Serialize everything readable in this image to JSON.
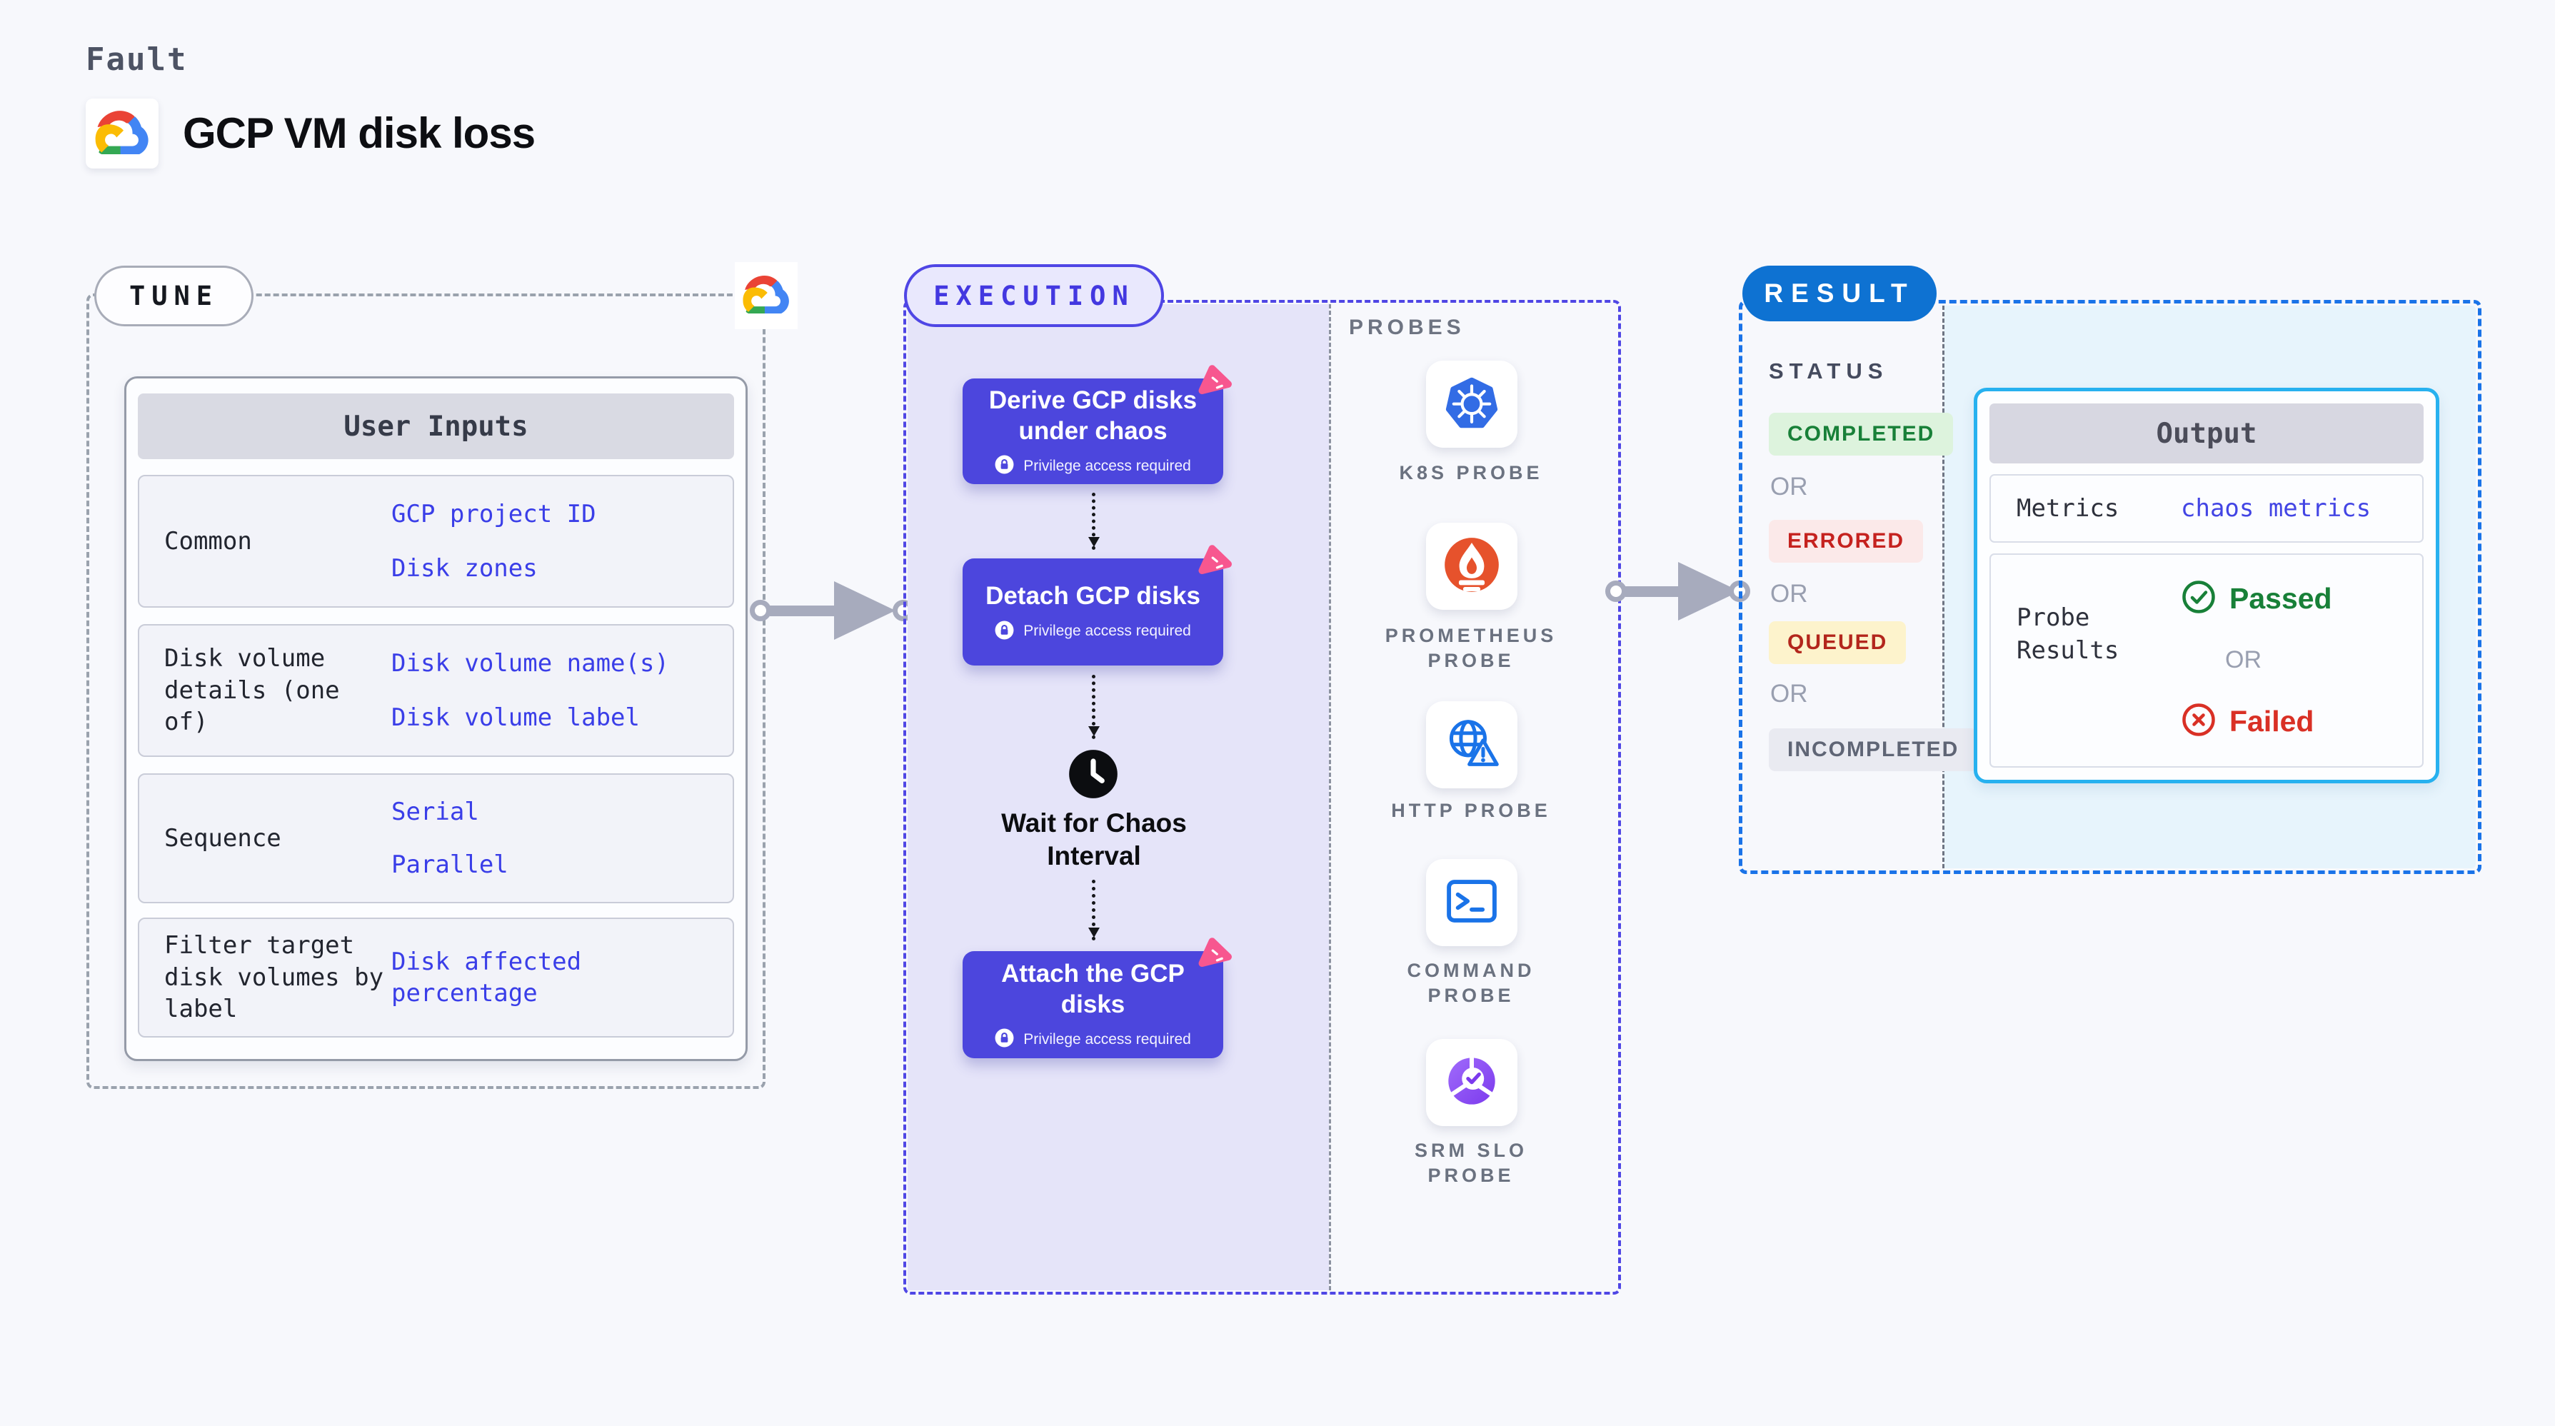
{
  "header": {
    "kicker": "Fault",
    "title": "GCP VM disk loss",
    "logo": "gcp-cloud-logo"
  },
  "tune": {
    "badge": "TUNE",
    "table": {
      "title": "User Inputs",
      "rows": [
        {
          "label": "Common",
          "values": [
            "GCP project ID",
            "Disk zones"
          ]
        },
        {
          "label": "Disk volume details (one of)",
          "values": [
            "Disk volume name(s)",
            "Disk volume label"
          ]
        },
        {
          "label": "Sequence",
          "values": [
            "Serial",
            "Parallel"
          ]
        },
        {
          "label": "Filter target disk volumes by label",
          "values": [
            "Disk affected percentage"
          ]
        }
      ]
    }
  },
  "execution": {
    "badge": "EXECUTION",
    "steps": [
      {
        "title": "Derive GCP disks under chaos",
        "note": "Privilege access required",
        "icon": "chaos-badge"
      },
      {
        "title": "Detach GCP disks",
        "note": "Privilege access required",
        "icon": "chaos-badge"
      },
      {
        "title": "Wait for Chaos Interval",
        "icon": "clock"
      },
      {
        "title": "Attach the GCP disks",
        "note": "Privilege access required",
        "icon": "chaos-badge"
      }
    ]
  },
  "probes": {
    "title": "PROBES",
    "items": [
      {
        "label": "K8S PROBE",
        "icon": "kubernetes"
      },
      {
        "label": "PROMETHEUS PROBE",
        "icon": "prometheus"
      },
      {
        "label": "HTTP PROBE",
        "icon": "globe-warning"
      },
      {
        "label": "COMMAND PROBE",
        "icon": "terminal"
      },
      {
        "label": "SRM SLO PROBE",
        "icon": "slo-donut-check"
      }
    ]
  },
  "result": {
    "badge": "RESULT",
    "status_title": "STATUS",
    "or_label": "OR",
    "statuses": [
      {
        "label": "COMPLETED",
        "bg": "#ddf3dd",
        "fg": "#188038"
      },
      {
        "label": "ERRORED",
        "bg": "#fbe9e9",
        "fg": "#c5221f"
      },
      {
        "label": "QUEUED",
        "bg": "#fdf3cc",
        "fg": "#b3261c"
      },
      {
        "label": "INCOMPLETED",
        "bg": "#e9eaf1",
        "fg": "#5f6575"
      }
    ],
    "output": {
      "title": "Output",
      "metrics_label": "Metrics",
      "metrics_value": "chaos metrics",
      "probe_results_label": "Probe Results",
      "passed_label": "Passed",
      "failed_label": "Failed",
      "or_label": "OR"
    }
  },
  "colors": {
    "accent_indigo": "#4c46dd",
    "lavender_bg": "#e5e4f9",
    "pink_badge": "#f7578f",
    "result_blue": "#0e72d2",
    "output_border_cyan": "#27b1ef",
    "value_blue": "#3a3ee8",
    "passed_green": "#188038",
    "failed_red": "#d93025",
    "arrow_gray": "#a7abbd"
  }
}
